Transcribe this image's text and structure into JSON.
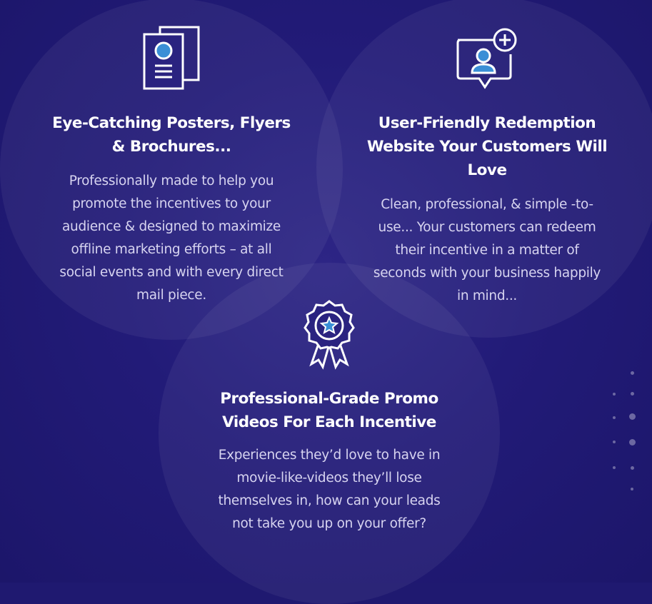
{
  "features": [
    {
      "icon": "brochure-icon",
      "title_line1": "Eye-Catching Posters, Flyers",
      "title_line2": "& Brochures...",
      "description": [
        "Professionally made to help you",
        "promote the incentives to your",
        "audience & designed to maximize",
        "offline marketing efforts – at all",
        "social events and with every direct",
        "mail piece."
      ]
    },
    {
      "icon": "user-add-chat-icon",
      "title_line1": "User-Friendly Redemption",
      "title_line2": "Website Your Customers Will",
      "title_line3": "Love",
      "description": [
        "Clean, professional, & simple -to-",
        "use... Your customers can redeem",
        "their incentive in a matter of",
        "seconds with your business happily",
        "in mind..."
      ]
    },
    {
      "icon": "award-ribbon-icon",
      "title_line1": "Professional-Grade Promo",
      "title_line2": "Videos For Each Incentive",
      "description": [
        "Experiences they’d love to have in",
        "movie-like-videos they’ll lose",
        "themselves in, how can your leads",
        "not take you up on your offer?"
      ]
    }
  ],
  "colors": {
    "background": "#1f1970",
    "icon_blue": "#3a8fd6",
    "text": "#ffffff",
    "muted_text": "#d7d4f0"
  }
}
